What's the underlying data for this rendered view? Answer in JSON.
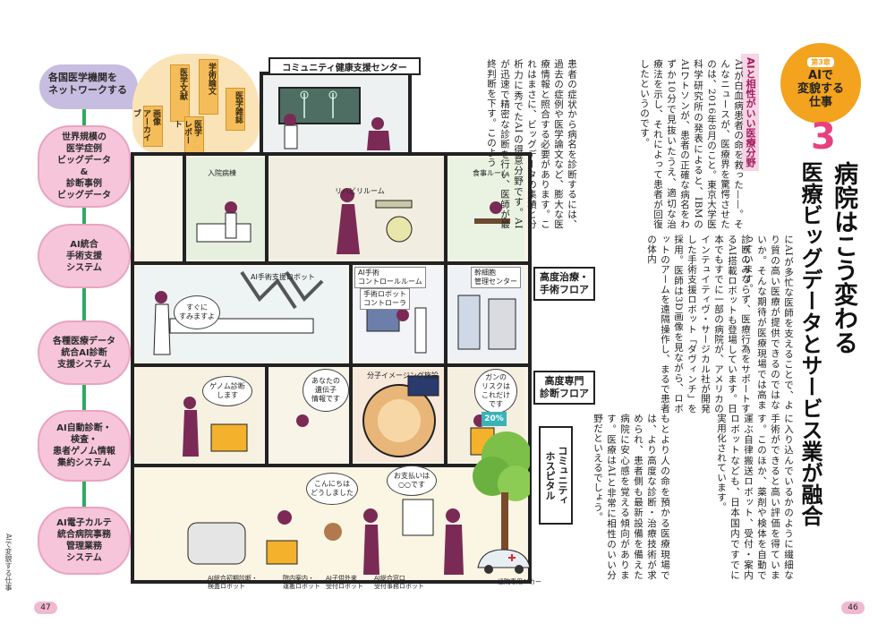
{
  "left_page": {
    "network_bubble": "各国医学機関を\nネットワークする",
    "doc_cards": [
      "医学文献",
      "学術論文",
      "画像\nアーカイブ",
      "医学\nレポート",
      "医学雑誌"
    ],
    "sidebar_nodes": [
      "世界規模の\n医学症例\nビッグデータ\n&\n診断事例\nビッグデータ",
      "AI統合\n手術支援\nシステム",
      "各種医療データ\n統合AI診断\n支援システム",
      "AI自動診断・\n検査・\n患者ゲノム情報\n集約システム",
      "AI電子カルテ\n統合病院事務\n管理業務\nシステム"
    ],
    "top_sign": "コミュニティ健康支援センター",
    "rooms": {
      "inpatient": "入院病棟",
      "rehab": "リハビリルーム",
      "dining": "食事ルーム",
      "surgery_robot": "AI手術支援ロボット",
      "control_room": "AI手術\nコントロールルーム",
      "robot_controller": "手術ロボット\nコントローラ",
      "stem_cell": "幹細胞\n管理センター",
      "imaging": "分子イメージング施設"
    },
    "floor_signs": {
      "surgery": "高度治療・\n手術フロア",
      "diagnosis": "高度専門\n診断フロア",
      "community": "コミュニティ\nホスピタル"
    },
    "speech": {
      "sorry": "すぐに\nすみますよ",
      "genome": "ゲノム診断\nします",
      "gene": "あなたの\n遺伝子\n情報です",
      "cancer": "ガンの\nリスクは\nこれだけ\nです",
      "hello": "こんにちは\nどうしました",
      "payment": "お支払いは\n○○です"
    },
    "percent_badge": "20%",
    "ground_labels": [
      "AI総合初期診断・\n検査ロボット",
      "院内案内・\n運搬ロボット",
      "AI子供外来\n受付ロボット",
      "AI総合窓口\n受付事務ロボット",
      "通院専用AIカー"
    ],
    "running_head": "AIで変貌する仕事",
    "page_number": "47"
  },
  "right_page": {
    "chapter_label": "第3章",
    "chapter_title": "AIで\n変貌する\n仕事",
    "section_number": "3",
    "headline_1": "病院はこう変わる",
    "headline_2": "医療ビッグデータとサービス業が融合",
    "subhead": "AIと相性がいい医療分野",
    "columns": [
      "AIが白血病患者の命を救った——。そんなニュースが、医療界を驚愕させたのは、2016年8月のこと。東京大学医科学研究所の発表によると、IBMのAIワトソンが、患者の正確な病名をわずか10分で見抜いたうえ、適切な治療法を示し、それによって患者が回復したというのです。",
      "患者の症状から病名を診断するには、過去の症例や医学論文など、膨大な医療情報と照合する必要があります。これはまさに、ビッグデータの集積と分析力に秀でたAIの得意分野です。AIが迅速で精密な診断を行い、医師が最終判断を下す。このよう",
      "にAIが多忙な医師を支えることで、より質の高い医療が提供できるのではないか。そんな期待が医療現場では高まっています。",
      "診断のみならず、医療行為をサポートするAI搭載ロボットも登場しています。日本でもすでに一部の病院が、アメリカのインテュイティヴ・サージカル社が開発した手術支援ロボット「ダヴィンチ」を採用。医師は3D画像を見ながら、ロボットのアームを遠隔操作し、まるで患者の体内",
      "に入り込んでいるかのように繊細な手術ができると高い評価を得ています。このほか、薬剤や検体を自動で運ぶ自律搬送ロボット、受付・案内ロボットなども、日本国内ですでに実用化されています。",
      "もとより人の命を預かる医療現場では、より高度な診断・治療技術が求められ、患者側も最新設備を備えた病院に安心感を覚える傾向があります。医療はAIと非常に相性のいい分野だといえるでしょう。"
    ],
    "page_number": "46"
  }
}
